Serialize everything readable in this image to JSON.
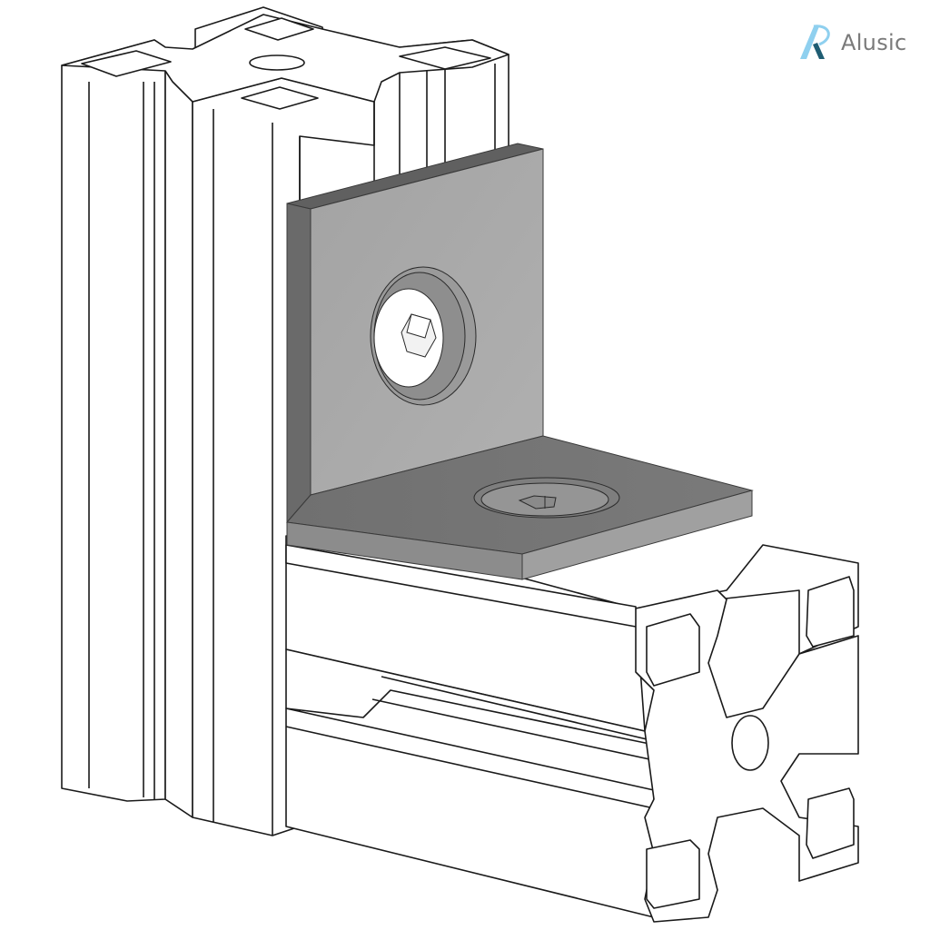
{
  "brand": {
    "name": "Alusic",
    "logo_icon": "alusic-a-logo-icon",
    "colors": {
      "logo_light_blue": "#8fd0ef",
      "logo_dark_teal": "#1f5d73",
      "logo_text": "#7a7a7a"
    }
  },
  "illustration": {
    "subject": "aluminum-extrusion-corner-bracket",
    "components": [
      "vertical-4040-extrusion",
      "horizontal-4040-extrusion",
      "l-shaped-corner-bracket",
      "vertical-hex-socket-bolt",
      "horizontal-hex-socket-bolt"
    ],
    "colors": {
      "background": "#ffffff",
      "line": "#1a1a1a",
      "bracket_front": "#a9a9a9",
      "bracket_top": "#6e6e6e",
      "bracket_edge": "#8a8a8a",
      "bracket_dark_edge": "#5a5a5a"
    }
  }
}
